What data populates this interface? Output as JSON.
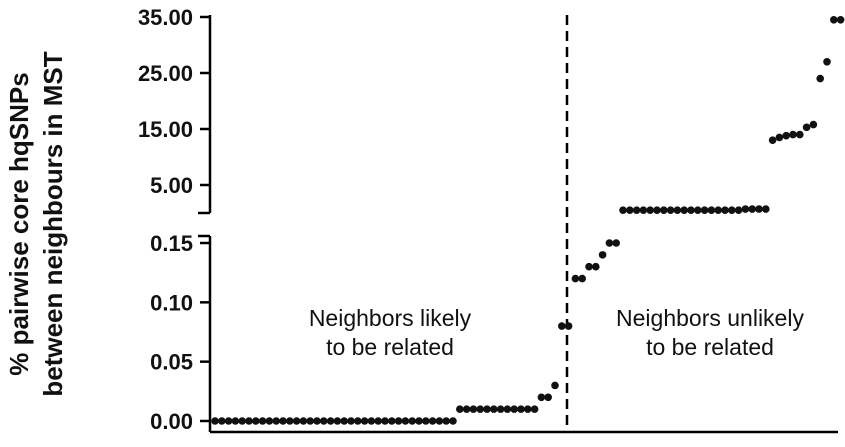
{
  "chart_data": {
    "type": "scatter",
    "title": "",
    "xlabel": "",
    "ylabel": "% pairwise core hqSNPs between neighbours in MST",
    "ylabel_lines": [
      "% pairwise core hqSNPs",
      "between neighbours in MST"
    ],
    "broken_axis": true,
    "segments": {
      "lower": {
        "ylim": [
          0,
          0.15
        ],
        "ticks": [
          "0.00",
          "0.05",
          "0.10",
          "0.15"
        ]
      },
      "upper": {
        "ylim": [
          0,
          35
        ],
        "ticks": [
          "5.00",
          "15.00",
          "25.00",
          "35.00"
        ]
      }
    },
    "divider_after_index": 51,
    "annotations": [
      {
        "lines": [
          "Neighbors likely",
          "to be related"
        ]
      },
      {
        "lines": [
          "Neighbors unlikely",
          "to be related"
        ]
      }
    ],
    "points": [
      {
        "i": 1,
        "seg": "lower",
        "y": 0
      },
      {
        "i": 2,
        "seg": "lower",
        "y": 0
      },
      {
        "i": 3,
        "seg": "lower",
        "y": 0
      },
      {
        "i": 4,
        "seg": "lower",
        "y": 0
      },
      {
        "i": 5,
        "seg": "lower",
        "y": 0
      },
      {
        "i": 6,
        "seg": "lower",
        "y": 0
      },
      {
        "i": 7,
        "seg": "lower",
        "y": 0
      },
      {
        "i": 8,
        "seg": "lower",
        "y": 0
      },
      {
        "i": 9,
        "seg": "lower",
        "y": 0
      },
      {
        "i": 10,
        "seg": "lower",
        "y": 0
      },
      {
        "i": 11,
        "seg": "lower",
        "y": 0
      },
      {
        "i": 12,
        "seg": "lower",
        "y": 0
      },
      {
        "i": 13,
        "seg": "lower",
        "y": 0
      },
      {
        "i": 14,
        "seg": "lower",
        "y": 0
      },
      {
        "i": 15,
        "seg": "lower",
        "y": 0
      },
      {
        "i": 16,
        "seg": "lower",
        "y": 0
      },
      {
        "i": 17,
        "seg": "lower",
        "y": 0
      },
      {
        "i": 18,
        "seg": "lower",
        "y": 0
      },
      {
        "i": 19,
        "seg": "lower",
        "y": 0
      },
      {
        "i": 20,
        "seg": "lower",
        "y": 0
      },
      {
        "i": 21,
        "seg": "lower",
        "y": 0
      },
      {
        "i": 22,
        "seg": "lower",
        "y": 0
      },
      {
        "i": 23,
        "seg": "lower",
        "y": 0
      },
      {
        "i": 24,
        "seg": "lower",
        "y": 0
      },
      {
        "i": 25,
        "seg": "lower",
        "y": 0
      },
      {
        "i": 26,
        "seg": "lower",
        "y": 0
      },
      {
        "i": 27,
        "seg": "lower",
        "y": 0
      },
      {
        "i": 28,
        "seg": "lower",
        "y": 0
      },
      {
        "i": 29,
        "seg": "lower",
        "y": 0
      },
      {
        "i": 30,
        "seg": "lower",
        "y": 0
      },
      {
        "i": 31,
        "seg": "lower",
        "y": 0
      },
      {
        "i": 32,
        "seg": "lower",
        "y": 0
      },
      {
        "i": 33,
        "seg": "lower",
        "y": 0
      },
      {
        "i": 34,
        "seg": "lower",
        "y": 0
      },
      {
        "i": 35,
        "seg": "lower",
        "y": 0
      },
      {
        "i": 36,
        "seg": "lower",
        "y": 0
      },
      {
        "i": 37,
        "seg": "lower",
        "y": 0.01
      },
      {
        "i": 38,
        "seg": "lower",
        "y": 0.01
      },
      {
        "i": 39,
        "seg": "lower",
        "y": 0.01
      },
      {
        "i": 40,
        "seg": "lower",
        "y": 0.01
      },
      {
        "i": 41,
        "seg": "lower",
        "y": 0.01
      },
      {
        "i": 42,
        "seg": "lower",
        "y": 0.01
      },
      {
        "i": 43,
        "seg": "lower",
        "y": 0.01
      },
      {
        "i": 44,
        "seg": "lower",
        "y": 0.01
      },
      {
        "i": 45,
        "seg": "lower",
        "y": 0.01
      },
      {
        "i": 46,
        "seg": "lower",
        "y": 0.01
      },
      {
        "i": 47,
        "seg": "lower",
        "y": 0.01
      },
      {
        "i": 48,
        "seg": "lower",
        "y": 0.01
      },
      {
        "i": 49,
        "seg": "lower",
        "y": 0.02
      },
      {
        "i": 50,
        "seg": "lower",
        "y": 0.02
      },
      {
        "i": 51,
        "seg": "lower",
        "y": 0.03
      },
      {
        "i": 52,
        "seg": "lower",
        "y": 0.08
      },
      {
        "i": 53,
        "seg": "lower",
        "y": 0.08
      },
      {
        "i": 54,
        "seg": "lower",
        "y": 0.12
      },
      {
        "i": 55,
        "seg": "lower",
        "y": 0.12
      },
      {
        "i": 56,
        "seg": "lower",
        "y": 0.13
      },
      {
        "i": 57,
        "seg": "lower",
        "y": 0.13
      },
      {
        "i": 58,
        "seg": "lower",
        "y": 0.14
      },
      {
        "i": 59,
        "seg": "lower",
        "y": 0.15
      },
      {
        "i": 60,
        "seg": "lower",
        "y": 0.15
      },
      {
        "i": 61,
        "seg": "upper",
        "y": 0.5
      },
      {
        "i": 62,
        "seg": "upper",
        "y": 0.5
      },
      {
        "i": 63,
        "seg": "upper",
        "y": 0.5
      },
      {
        "i": 64,
        "seg": "upper",
        "y": 0.5
      },
      {
        "i": 65,
        "seg": "upper",
        "y": 0.5
      },
      {
        "i": 66,
        "seg": "upper",
        "y": 0.5
      },
      {
        "i": 67,
        "seg": "upper",
        "y": 0.5
      },
      {
        "i": 68,
        "seg": "upper",
        "y": 0.5
      },
      {
        "i": 69,
        "seg": "upper",
        "y": 0.5
      },
      {
        "i": 70,
        "seg": "upper",
        "y": 0.5
      },
      {
        "i": 71,
        "seg": "upper",
        "y": 0.5
      },
      {
        "i": 72,
        "seg": "upper",
        "y": 0.5
      },
      {
        "i": 73,
        "seg": "upper",
        "y": 0.5
      },
      {
        "i": 74,
        "seg": "upper",
        "y": 0.5
      },
      {
        "i": 75,
        "seg": "upper",
        "y": 0.5
      },
      {
        "i": 76,
        "seg": "upper",
        "y": 0.5
      },
      {
        "i": 77,
        "seg": "upper",
        "y": 0.5
      },
      {
        "i": 78,
        "seg": "upper",
        "y": 0.5
      },
      {
        "i": 79,
        "seg": "upper",
        "y": 0.7
      },
      {
        "i": 80,
        "seg": "upper",
        "y": 0.7
      },
      {
        "i": 81,
        "seg": "upper",
        "y": 0.7
      },
      {
        "i": 82,
        "seg": "upper",
        "y": 0.7
      },
      {
        "i": 83,
        "seg": "upper",
        "y": 13
      },
      {
        "i": 84,
        "seg": "upper",
        "y": 13.5
      },
      {
        "i": 85,
        "seg": "upper",
        "y": 13.8
      },
      {
        "i": 86,
        "seg": "upper",
        "y": 14
      },
      {
        "i": 87,
        "seg": "upper",
        "y": 14
      },
      {
        "i": 88,
        "seg": "upper",
        "y": 15.3
      },
      {
        "i": 89,
        "seg": "upper",
        "y": 15.8
      },
      {
        "i": 90,
        "seg": "upper",
        "y": 24
      },
      {
        "i": 91,
        "seg": "upper",
        "y": 27
      },
      {
        "i": 92,
        "seg": "upper",
        "y": 34.5
      },
      {
        "i": 93,
        "seg": "upper",
        "y": 34.5
      }
    ]
  }
}
